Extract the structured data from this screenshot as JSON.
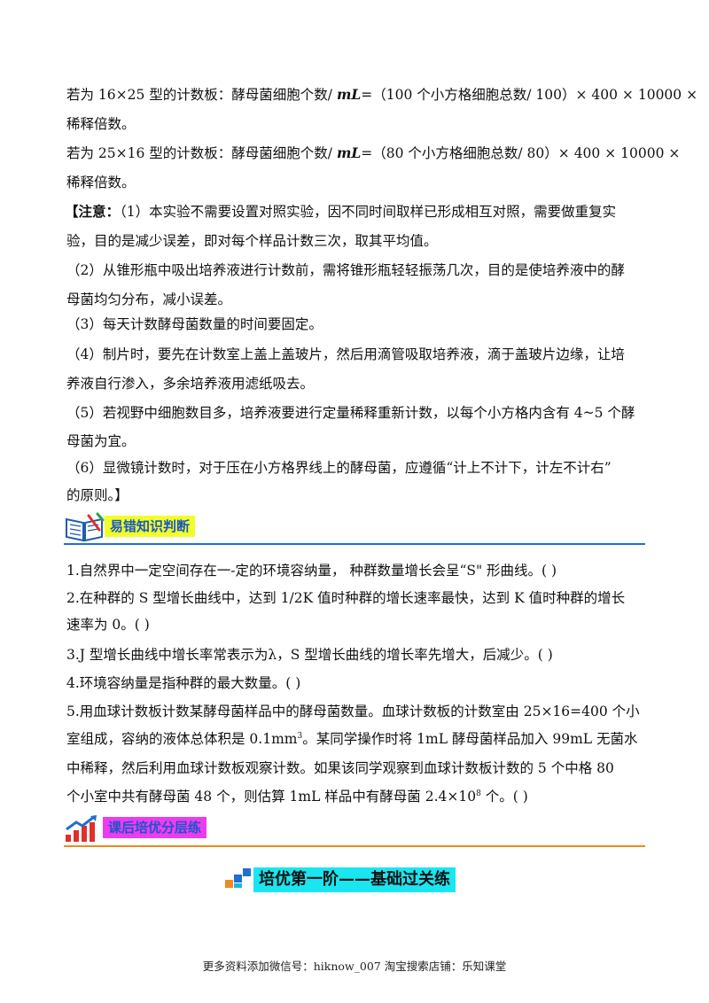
{
  "formulas": {
    "f1_line1": "若为 16×25 型的计数板：酵母菌细胞个数/ ",
    "f1_unit": "mL",
    "f1_rest": "=（100  个小方格细胞总数/ 100）× 400 × 10000 ×",
    "f1_line2": "稀释倍数。",
    "f2_line1": "若为 25×16 型的计数板：酵母菌细胞个数/ ",
    "f2_unit": "mL",
    "f2_rest": "=（80  个小方格细胞总数/ 80）× 400 × 10000 ×",
    "f2_line2": "稀释倍数。"
  },
  "notes": {
    "heading": "【注意：",
    "n1_line1": "（1）本实验不需要设置对照实验，因不同时间取样已形成相互对照，需要做重复实",
    "n1_line2": "验，目的是减少误差，即对每个样品计数三次，取其平均值。",
    "n2_line1": "（2）从锥形瓶中吸出培养液进行计数前，需将锥形瓶轻轻振荡几次，目的是使培养液中的酵",
    "n2_line2": "母菌均匀分布，减小误差。",
    "n3_line1": "（3）每天计数酵母菌数量的时间要固定。",
    "n4_line1": "（4）制片时，要先在计数室上盖上盖玻片，然后用滴管吸取培养液，滴于盖玻片边缘，让培",
    "n4_line2": "养液自行渗入，多余培养液用滤纸吸去。",
    "n5_line1": "（5）若视野中细胞数目多，培养液要进行定量稀释重新计数，以每个小方格内含有 4~5 个酵",
    "n5_line2": "母菌为宜。",
    "n6_line1": "（6）显微镜计数时，对于压在小方格界线上的酵母菌，应遵循“计上不计下，计左不计右”",
    "n6_line2": "的原则。】"
  },
  "section1": {
    "title": "易错知识判断"
  },
  "judgments": {
    "j1": "1.自然界中一定空间存在一-定的环境容纳量，    种群数量增长会呈“S\" 形曲线。(      )",
    "j2_line1": "2.在种群的 S  型增长曲线中，达到 1/2K  值时种群的增长速率最快，达到 K  值时种群的增长",
    "j2_line2": "速率为 0。(    )",
    "j3": "3.J  型增长曲线中增长率常表示为λ，S  型增长曲线的增长率先增大，后减少。(    )",
    "j4": "4.环境容纳量是指种群的最大数量。(      )",
    "j5_line1": "5.用血球计数板计数某酵母菌样品中的酵母菌数量。血球计数板的计数室由 25×16=400  个小",
    "j5_line2a": "室组成，容纳的液体总体积是 0.1mm",
    "j5_line2_sup": "3",
    "j5_line2b": "。某同学操作时将 1mL 酵母菌样品加入 99mL  无菌水",
    "j5_line3": "中稀释，然后利用血球计数板观察计数。如果该同学观察到血球计数板计数的 5  个中格 80",
    "j5_line4a": "个小室中共有酵母菌 48  个，则估算 1mL  样品中有酵母菌 2.4×10",
    "j5_line4_sup": "8",
    "j5_line4b": "  个。(      )"
  },
  "section2": {
    "title": "课后培优分层练"
  },
  "stage": {
    "title": "培优第一阶——基础过关练"
  },
  "footer": {
    "text": "更多资料添加微信号：hiknow_007   淘宝搜索店铺：乐知课堂"
  },
  "colors": {
    "section_label_bg": "#f0ff29",
    "section_label_text": "#1a56c8",
    "rule_blue": "#1f6fd1",
    "rule_orange": "#f08a1c",
    "stage_bg": "#19e6f0"
  },
  "icons": {
    "section1_icon": "open-book-icon",
    "section2_icon": "bar-chart-arrow-icon",
    "stage_icon": "stairs-blocks-icon"
  }
}
